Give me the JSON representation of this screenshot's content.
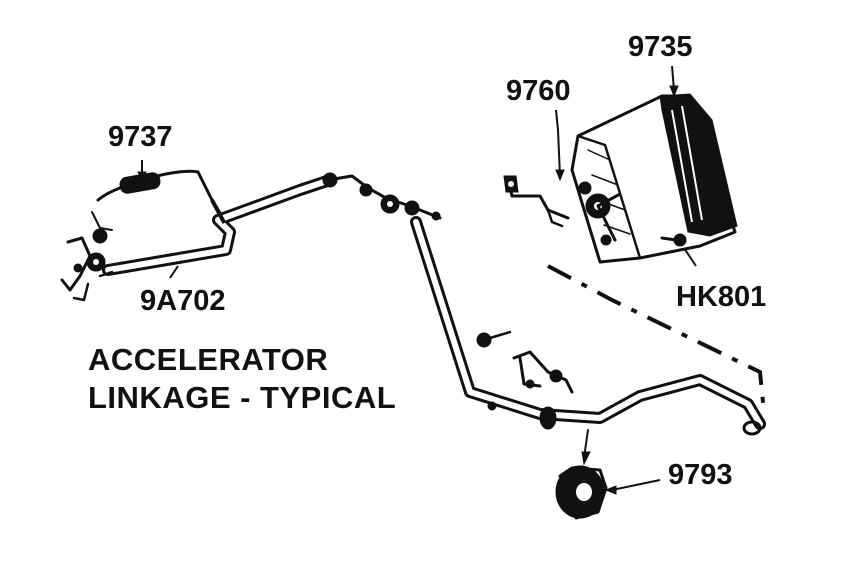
{
  "caption": {
    "line1": "ACCELERATOR",
    "line2": "LINKAGE - TYPICAL"
  },
  "callouts": {
    "p9735": "9735",
    "p9760": "9760",
    "p9737": "9737",
    "p9a702": "9A702",
    "phk801": "HK801",
    "p9793": "9793"
  },
  "colors": {
    "ink": "#111111",
    "paper": "#ffffff"
  }
}
